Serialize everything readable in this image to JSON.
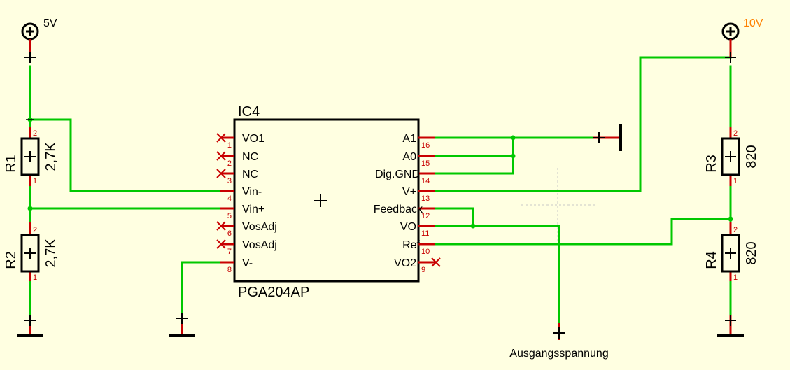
{
  "colors": {
    "background": "#ffffe1",
    "wire": "#00c800",
    "body": "#000000",
    "pin": "#c80000",
    "pin_number": "#c80000",
    "grid": "#d0d0d0",
    "supply_10v_label": "#ff8000"
  },
  "supplies": {
    "left": "5V",
    "right": "10V"
  },
  "ic": {
    "name": "IC4",
    "value": "PGA204AP",
    "left_pins": [
      {
        "number": "1",
        "label": "VO1"
      },
      {
        "number": "2",
        "label": "NC"
      },
      {
        "number": "3",
        "label": "NC"
      },
      {
        "number": "4",
        "label": "Vin-"
      },
      {
        "number": "5",
        "label": "Vin+"
      },
      {
        "number": "6",
        "label": "VosAdj"
      },
      {
        "number": "7",
        "label": "VosAdj"
      },
      {
        "number": "8",
        "label": "V-"
      }
    ],
    "right_pins": [
      {
        "number": "16",
        "label": "A1"
      },
      {
        "number": "15",
        "label": "A0"
      },
      {
        "number": "14",
        "label": "Dig.GND"
      },
      {
        "number": "13",
        "label": "V+"
      },
      {
        "number": "12",
        "label": "Feedback"
      },
      {
        "number": "11",
        "label": "VO"
      },
      {
        "number": "10",
        "label": "Ref"
      },
      {
        "number": "9",
        "label": "VO2"
      }
    ]
  },
  "resistors": [
    {
      "name": "R1",
      "value": "2,7K",
      "pin_top": "2",
      "pin_bottom": "1"
    },
    {
      "name": "R2",
      "value": "2,7K",
      "pin_top": "2",
      "pin_bottom": "1"
    },
    {
      "name": "R3",
      "value": "820",
      "pin_top": "2",
      "pin_bottom": "1"
    },
    {
      "name": "R4",
      "value": "820",
      "pin_top": "2",
      "pin_bottom": "1"
    }
  ],
  "output_label": "Ausgangsspannung"
}
